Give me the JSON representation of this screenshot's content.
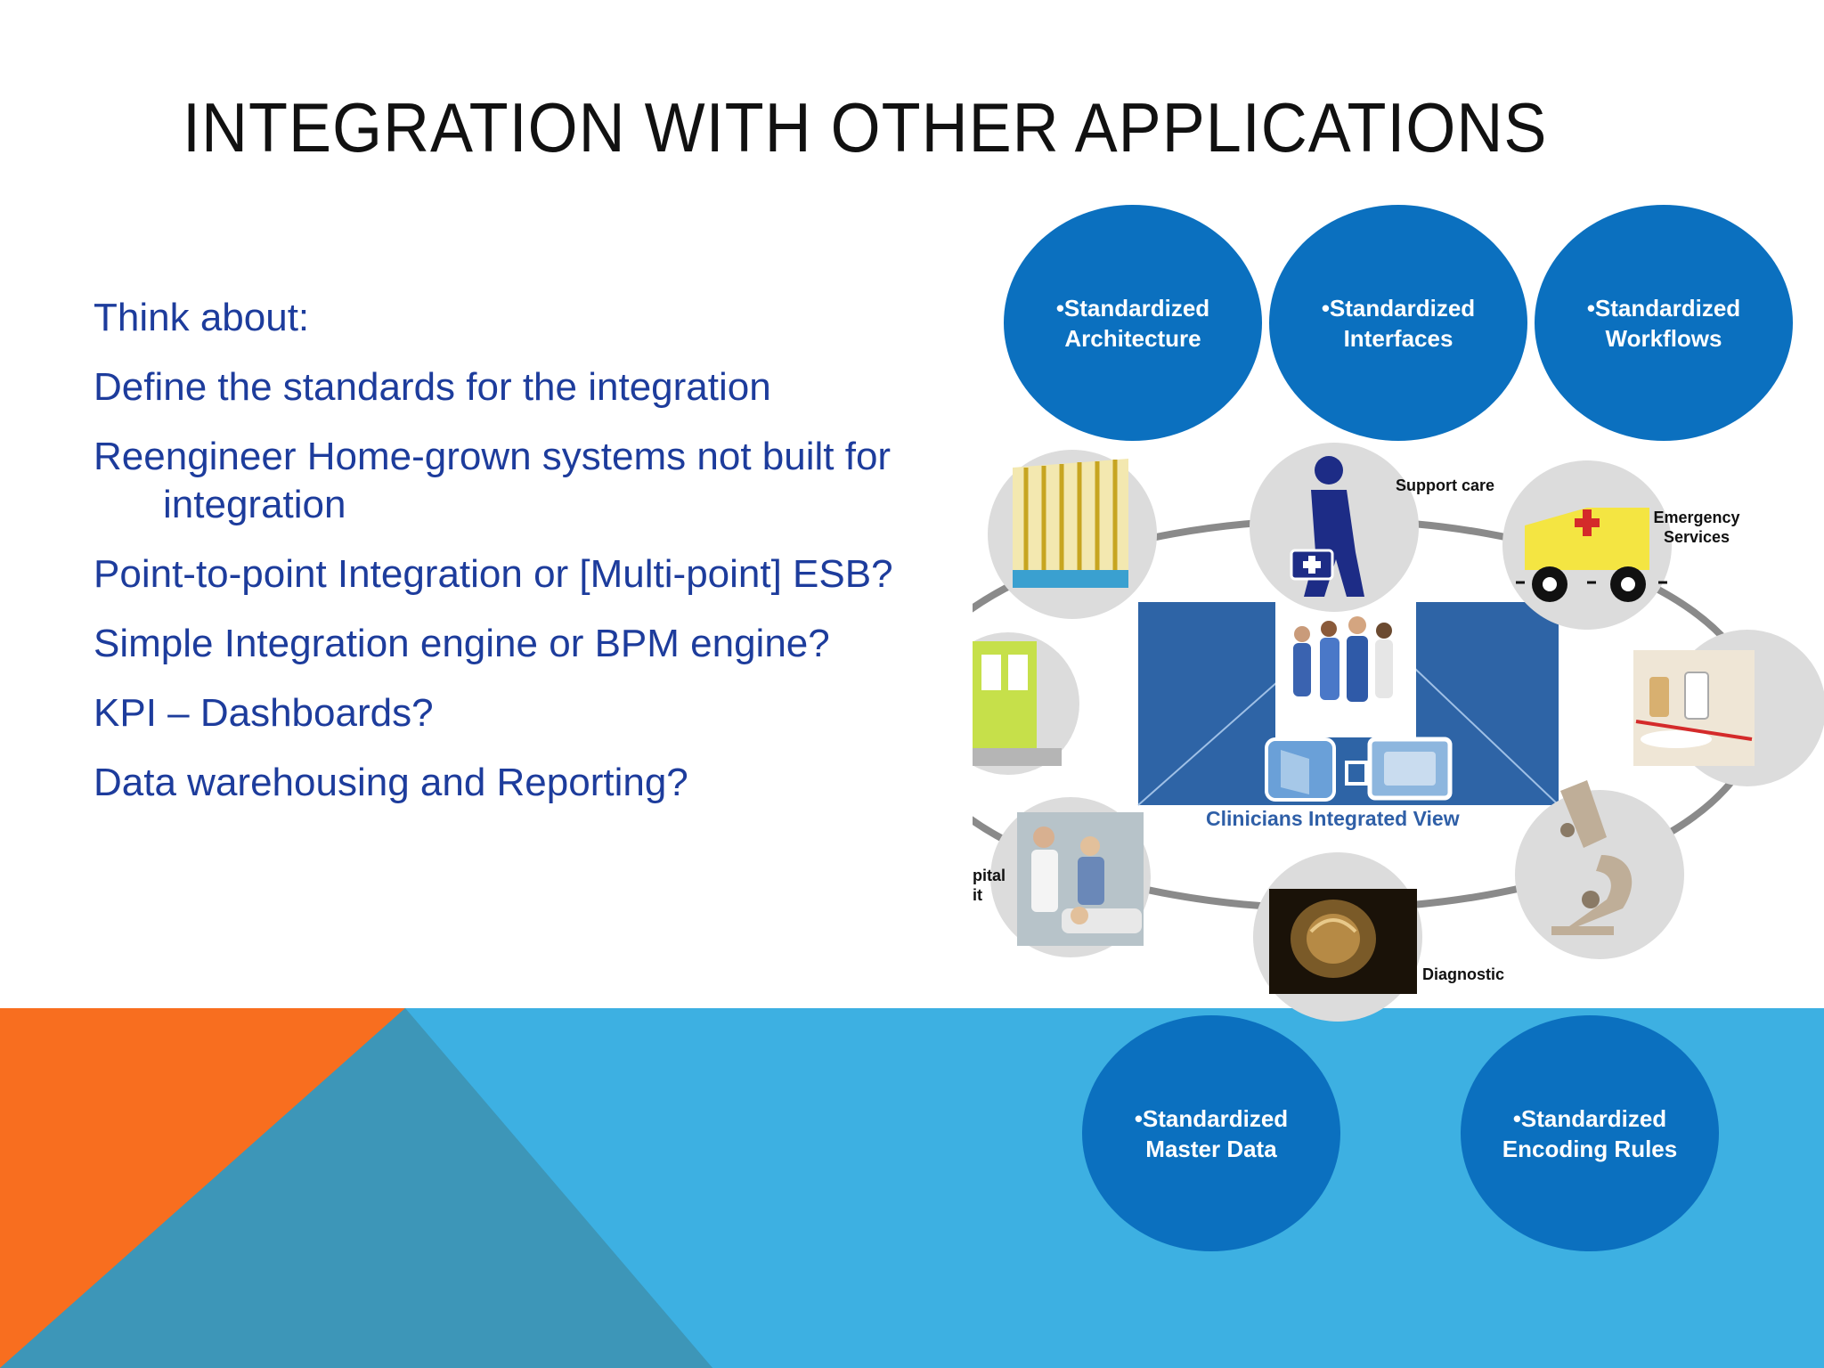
{
  "slide": {
    "title": "INTEGRATION WITH OTHER APPLICATIONS",
    "bullets": [
      "Think about:",
      "Define the standards for the integration",
      "Reengineer Home-grown systems not built for integration",
      "Point-to-point Integration or [Multi-point] ESB?",
      "Simple Integration engine or BPM engine?",
      "KPI – Dashboards?",
      "Data warehousing and Reporting?"
    ]
  },
  "diagram": {
    "top_ellipses": [
      {
        "line1": "•Standardized",
        "line2": "Architecture"
      },
      {
        "line1": "•Standardized",
        "line2": "Interfaces"
      },
      {
        "line1": "•Standardized",
        "line2": "Workflows"
      }
    ],
    "bottom_ellipses": [
      {
        "line1": "•Standardized",
        "line2": "Master Data"
      },
      {
        "line1": "•Standardized",
        "line2": "Encoding Rules"
      }
    ],
    "labels": {
      "support_care": "Support care",
      "emergency_line1": "Emergency",
      "emergency_line2": "Services",
      "hospital_line1": "pital",
      "hospital_line2": "it",
      "diagnostic": "Diagnostic",
      "center_caption": "Clinicians Integrated View"
    }
  },
  "colors": {
    "title": "#111111",
    "bullet_text": "#1d3c9c",
    "ellipse": "#0b70bf",
    "band_blue": "#3db0e2",
    "band_teal": "#3d96b8",
    "band_orange": "#f86e1f",
    "center_panel": "#2e64a6"
  }
}
